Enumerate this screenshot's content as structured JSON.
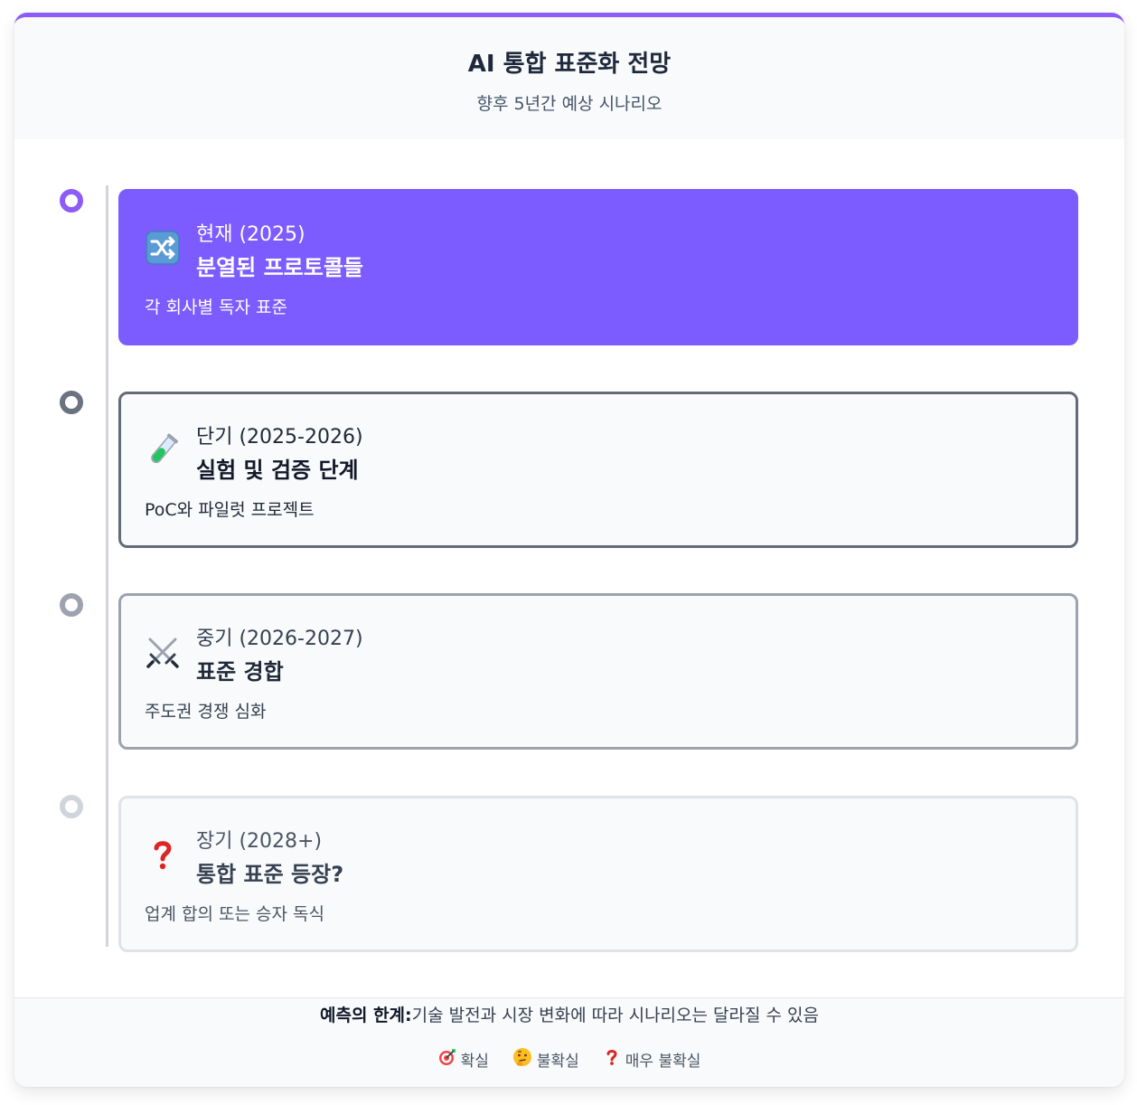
{
  "header": {
    "title": "AI 통합 표준화 전망",
    "subtitle": "향후 5년간 예상 시나리오"
  },
  "colors": {
    "accent": "#8b5cf6",
    "active_card": "#7c5cff"
  },
  "timeline": [
    {
      "period": "현재 (2025)",
      "name": "분열된 프로토콜들",
      "desc": "각 회사별 독자 표준",
      "icon": "shuffle-icon"
    },
    {
      "period": "단기 (2025-2026)",
      "name": "실험 및 검증 단계",
      "desc": "PoC와 파일럿 프로젝트",
      "icon": "test-tube-icon"
    },
    {
      "period": "중기 (2026-2027)",
      "name": "표준 경합",
      "desc": "주도권 경쟁 심화",
      "icon": "crossed-swords-icon"
    },
    {
      "period": "장기 (2028+)",
      "name": "통합 표준 등장?",
      "desc": "업계 합의 또는 승자 독식",
      "icon": "question-mark-icon"
    }
  ],
  "footer": {
    "note_label": "예측의 한계:",
    "note_text": "기술 발전과 시장 변화에 따라 시나리오는 달라질 수 있음",
    "legend": [
      {
        "icon": "target-icon",
        "label": "확실"
      },
      {
        "icon": "thinking-face-icon",
        "label": "불확실"
      },
      {
        "icon": "question-mark-icon",
        "label": "매우 불확실"
      }
    ]
  }
}
